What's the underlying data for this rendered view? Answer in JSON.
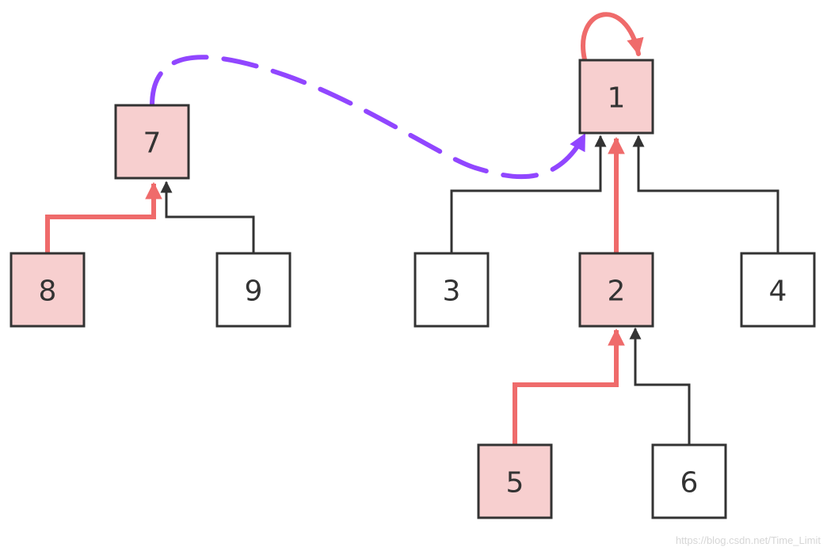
{
  "diagram": {
    "colors": {
      "highlight_fill": "#f7cfcf",
      "plain_fill": "#ffffff",
      "border": "#333333",
      "red_path": "#ef6b6b",
      "purple_link": "#9146ff",
      "black_edge": "#333333"
    },
    "nodes": [
      {
        "id": "1",
        "label": "1",
        "highlighted": true
      },
      {
        "id": "2",
        "label": "2",
        "highlighted": true
      },
      {
        "id": "3",
        "label": "3",
        "highlighted": false
      },
      {
        "id": "4",
        "label": "4",
        "highlighted": false
      },
      {
        "id": "5",
        "label": "5",
        "highlighted": true
      },
      {
        "id": "6",
        "label": "6",
        "highlighted": false
      },
      {
        "id": "7",
        "label": "7",
        "highlighted": true
      },
      {
        "id": "8",
        "label": "8",
        "highlighted": true
      },
      {
        "id": "9",
        "label": "9",
        "highlighted": false
      }
    ],
    "edges": [
      {
        "from": "3",
        "to": "1",
        "style": "black"
      },
      {
        "from": "2",
        "to": "1",
        "style": "red"
      },
      {
        "from": "4",
        "to": "1",
        "style": "black"
      },
      {
        "from": "5",
        "to": "2",
        "style": "red"
      },
      {
        "from": "6",
        "to": "2",
        "style": "black"
      },
      {
        "from": "8",
        "to": "7",
        "style": "red"
      },
      {
        "from": "9",
        "to": "7",
        "style": "black"
      },
      {
        "from": "1",
        "to": "1",
        "style": "red-self-loop"
      },
      {
        "from": "7",
        "to": "1",
        "style": "purple-dashed"
      }
    ]
  },
  "watermark": "https://blog.csdn.net/Time_Limit"
}
